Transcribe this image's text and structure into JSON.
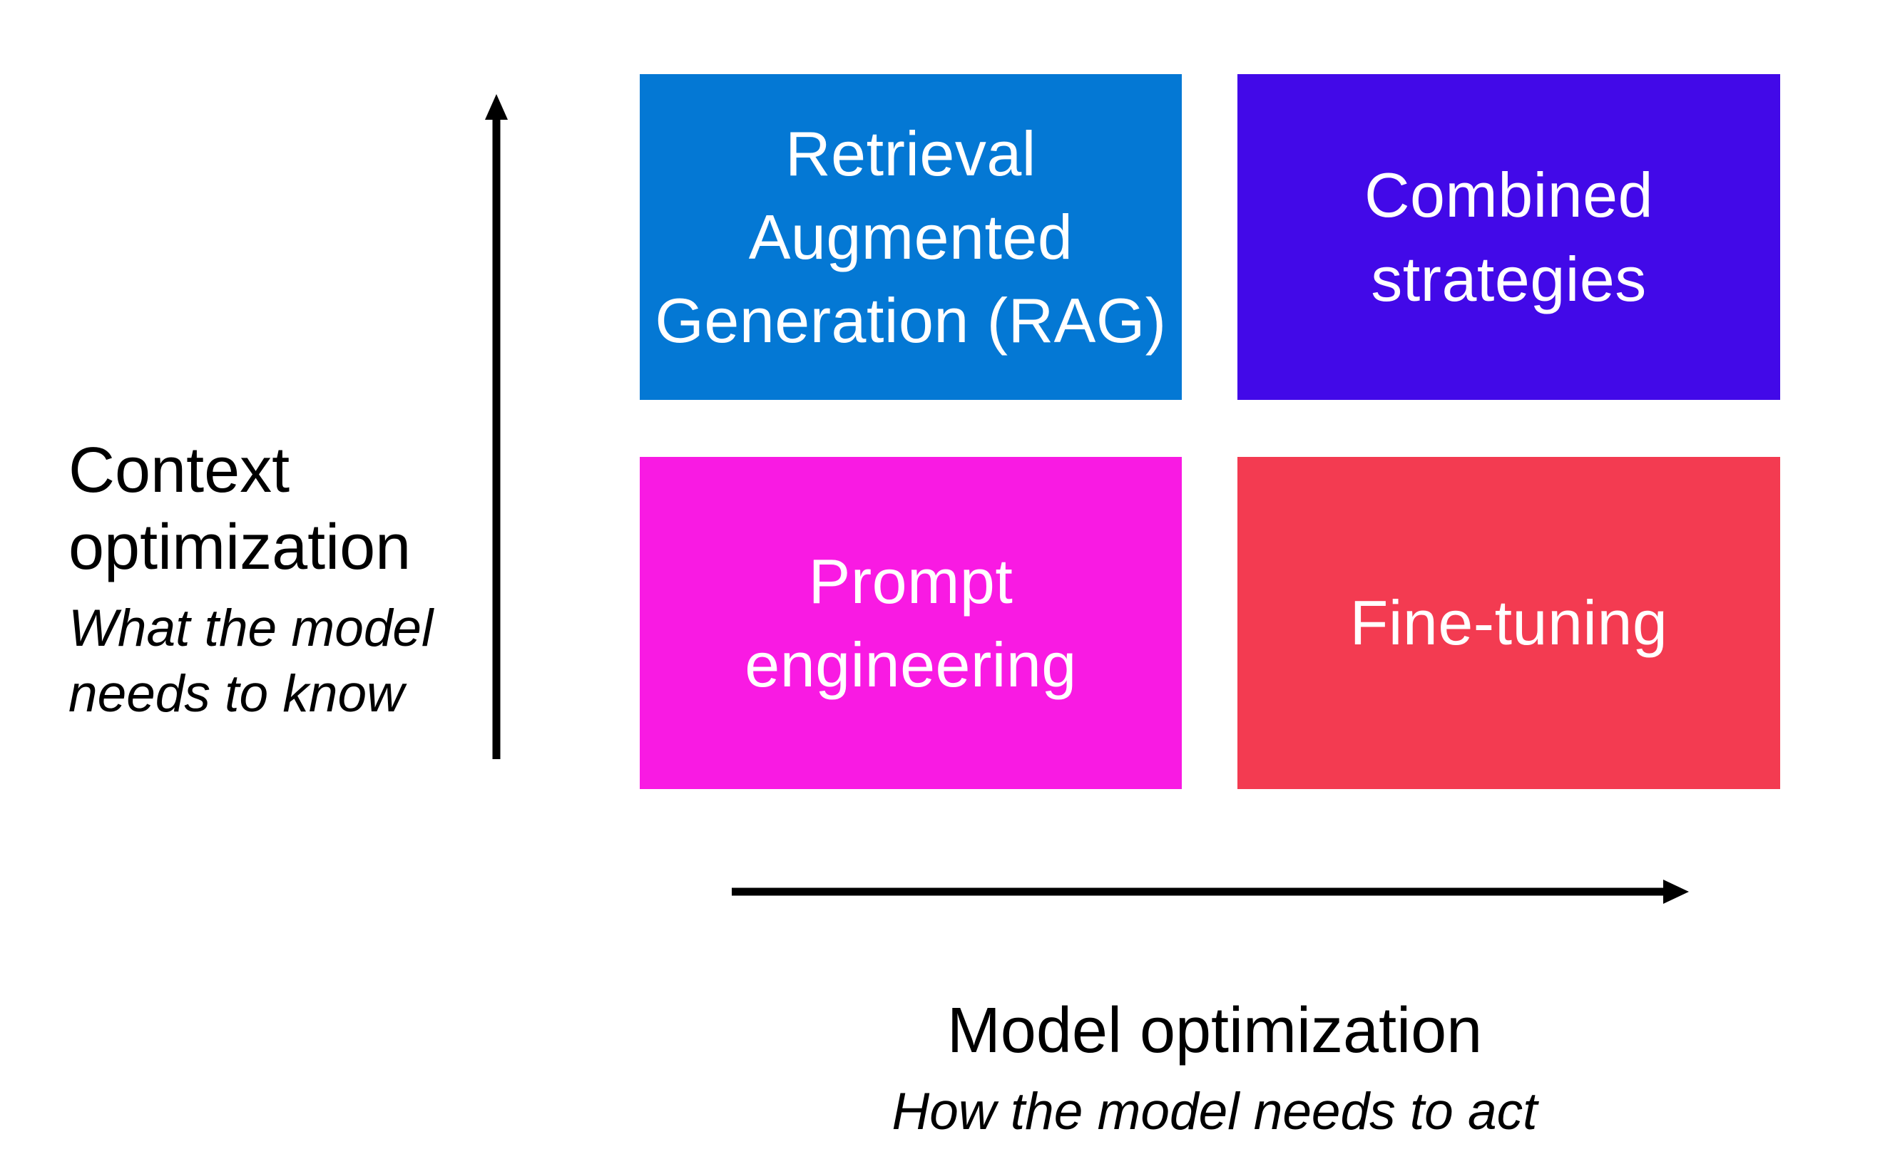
{
  "background": "#ffffff",
  "arrow_color": "#000000",
  "quadrants": [
    {
      "id": "retrieval-augmented-generation",
      "label": "Retrieval\nAugmented\nGeneration (RAG)",
      "color": "#0478d4",
      "text_color": "#ffffff",
      "position": "top-left"
    },
    {
      "id": "combined-strategies",
      "label": "Combined\nstrategies",
      "color": "#4209e8",
      "text_color": "#ffffff",
      "position": "top-right"
    },
    {
      "id": "prompt-engineering",
      "label": "Prompt\nengineering",
      "color": "#f91ae3",
      "text_color": "#ffffff",
      "position": "bottom-left"
    },
    {
      "id": "fine-tuning",
      "label": "Fine-tuning",
      "color": "#f33b51",
      "text_color": "#ffffff",
      "position": "bottom-right"
    }
  ],
  "y_axis": {
    "title": "Context\noptimization",
    "subtitle": "What the model\nneeds to know"
  },
  "x_axis": {
    "title": "Model optimization",
    "subtitle": "How the model needs to act"
  }
}
